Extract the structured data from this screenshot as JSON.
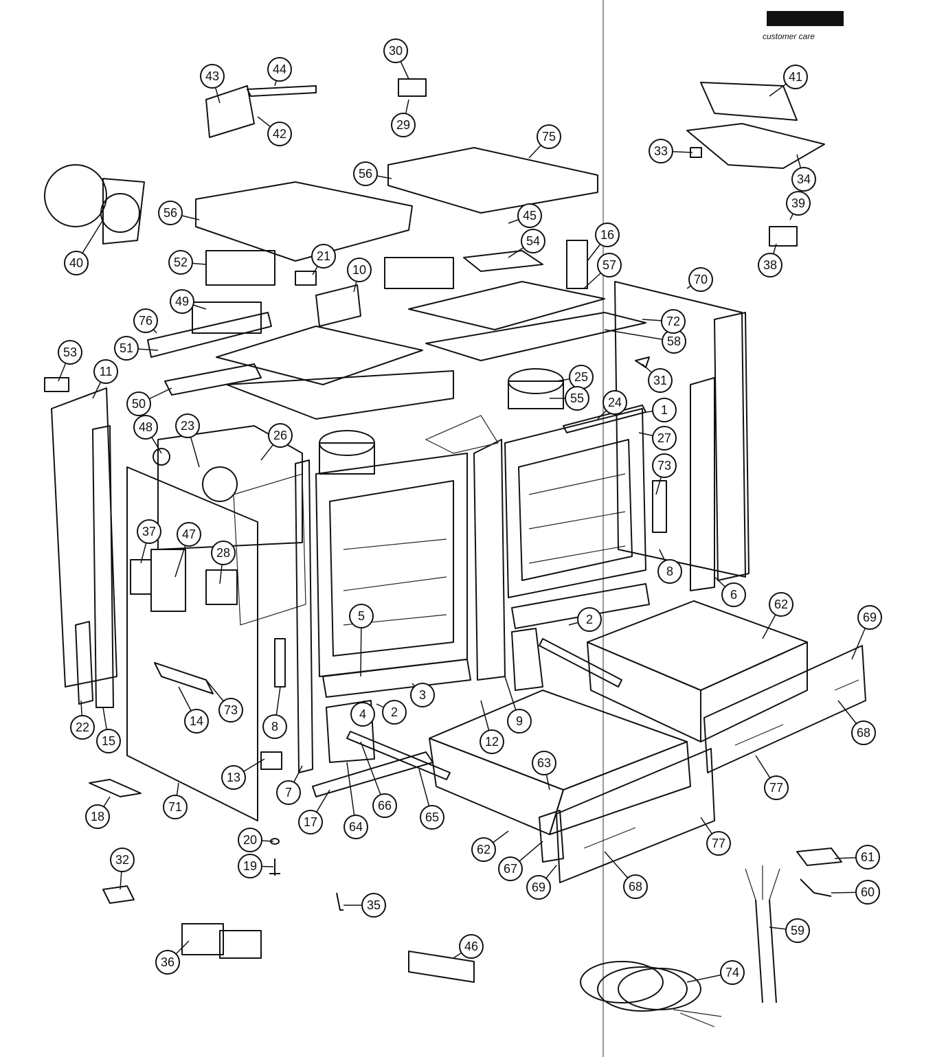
{
  "brand": {
    "logo_box": "",
    "logo_text": "customer care"
  },
  "callouts": [
    "1",
    "2",
    "3",
    "4",
    "5",
    "6",
    "7",
    "8",
    "9",
    "10",
    "11",
    "12",
    "13",
    "14",
    "15",
    "16",
    "17",
    "18",
    "19",
    "20",
    "21",
    "22",
    "23",
    "24",
    "25",
    "26",
    "27",
    "28",
    "29",
    "30",
    "31",
    "32",
    "33",
    "34",
    "35",
    "36",
    "37",
    "38",
    "39",
    "40",
    "41",
    "42",
    "43",
    "44",
    "45",
    "46",
    "47",
    "48",
    "49",
    "50",
    "51",
    "52",
    "53",
    "54",
    "55",
    "56",
    "57",
    "58",
    "59",
    "60",
    "61",
    "62",
    "63",
    "64",
    "65",
    "66",
    "67",
    "68",
    "69",
    "70",
    "71",
    "72",
    "73",
    "74",
    "75",
    "76",
    "77"
  ]
}
